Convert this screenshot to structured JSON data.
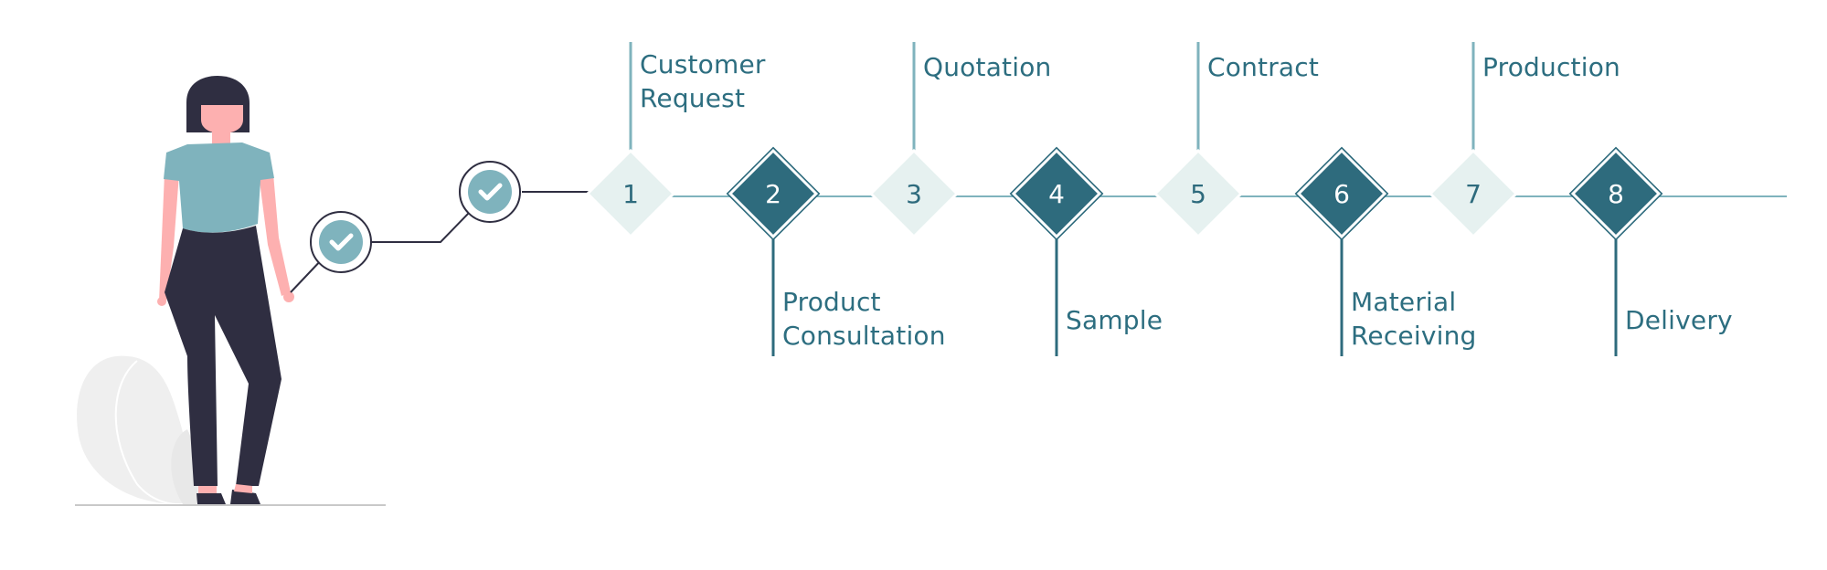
{
  "process": {
    "steps": [
      {
        "number": "1",
        "label": "Customer\nRequest",
        "style": "light",
        "label_side": "above"
      },
      {
        "number": "2",
        "label": "Product\nConsultation",
        "style": "dark",
        "label_side": "below"
      },
      {
        "number": "3",
        "label": "Quotation",
        "style": "light",
        "label_side": "above"
      },
      {
        "number": "4",
        "label": "Sample",
        "style": "dark",
        "label_side": "below"
      },
      {
        "number": "5",
        "label": "Contract",
        "style": "light",
        "label_side": "above"
      },
      {
        "number": "6",
        "label": "Material\nReceiving",
        "style": "dark",
        "label_side": "below"
      },
      {
        "number": "7",
        "label": "Production",
        "style": "light",
        "label_side": "above"
      },
      {
        "number": "8",
        "label": "Delivery",
        "style": "dark",
        "label_side": "below"
      }
    ]
  },
  "colors": {
    "dark_teal": "#2e6b7d",
    "light_fill": "#e6f1f0",
    "line_teal": "#7fb3bd",
    "check_badge": "#7fb3bd",
    "figure_shirt": "#7fb3bd",
    "figure_pants": "#2f2e41",
    "figure_skin": "#fdb0b0",
    "plant": "#efefef"
  },
  "icons": {
    "check_badge": "check-circle-icon",
    "figure": "woman-illustration"
  }
}
